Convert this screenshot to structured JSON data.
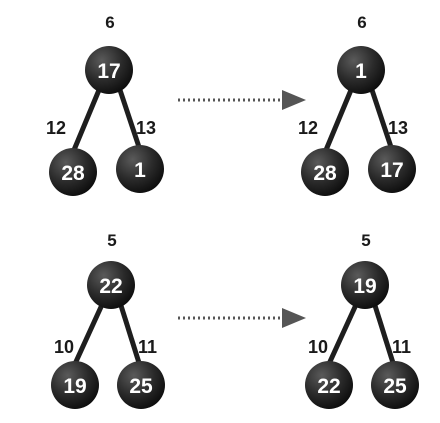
{
  "colors": {
    "node_fill": "#2b2b2b",
    "node_shadow": "#0c0c0c",
    "edge": "#1e1e1e",
    "arrow": "#555555",
    "text_dark": "#1a1a1a",
    "text_light": "#ffffff"
  },
  "trees": [
    {
      "top_label": "6",
      "root": "17",
      "left_edge": "12",
      "right_edge": "13",
      "left_child": "28",
      "right_child": "1"
    },
    {
      "top_label": "6",
      "root": "1",
      "left_edge": "12",
      "right_edge": "13",
      "left_child": "28",
      "right_child": "17"
    },
    {
      "top_label": "5",
      "root": "22",
      "left_edge": "10",
      "right_edge": "11",
      "left_child": "19",
      "right_child": "25"
    },
    {
      "top_label": "5",
      "root": "19",
      "left_edge": "10",
      "right_edge": "11",
      "left_child": "22",
      "right_child": "25"
    }
  ]
}
